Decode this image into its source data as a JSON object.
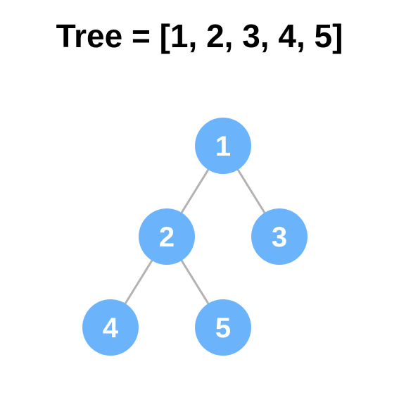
{
  "title": "Tree = [1, 2, 3, 4, 5]",
  "colors": {
    "node_fill": "#6bb4fc",
    "node_text": "#ffffff",
    "edge": "#b3b3b3",
    "title": "#000000"
  },
  "tree": {
    "nodes": [
      {
        "id": "1",
        "label": "1"
      },
      {
        "id": "2",
        "label": "2"
      },
      {
        "id": "3",
        "label": "3"
      },
      {
        "id": "4",
        "label": "4"
      },
      {
        "id": "5",
        "label": "5"
      }
    ],
    "edges": [
      {
        "from": "1",
        "to": "2"
      },
      {
        "from": "1",
        "to": "3"
      },
      {
        "from": "2",
        "to": "4"
      },
      {
        "from": "2",
        "to": "5"
      }
    ]
  }
}
